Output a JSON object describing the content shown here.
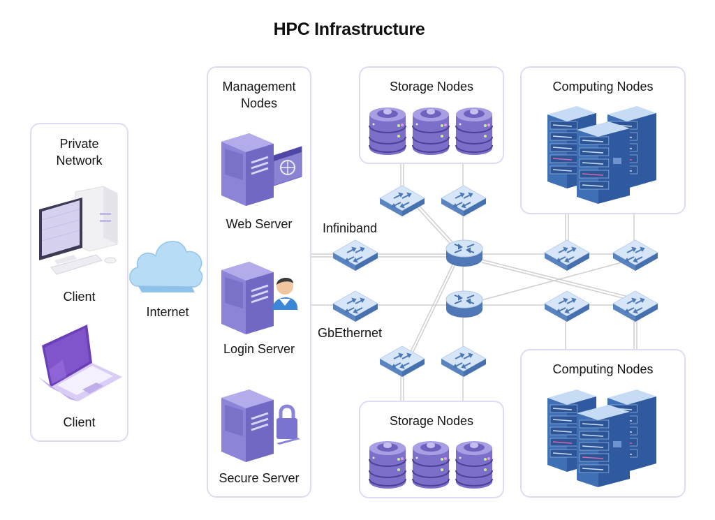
{
  "title": "HPC Infrastructure",
  "private_network": {
    "title_line1": "Private",
    "title_line2": "Network",
    "clients": [
      {
        "label": "Client",
        "icon": "desktop-computer-icon"
      },
      {
        "label": "Client",
        "icon": "laptop-icon"
      }
    ]
  },
  "internet": {
    "label": "Internet",
    "icon": "cloud-icon"
  },
  "management_nodes": {
    "title_line1": "Management",
    "title_line2": "Nodes",
    "servers": [
      {
        "label": "Web Server",
        "icon": "web-server-icon"
      },
      {
        "label": "Login Server",
        "icon": "login-server-icon"
      },
      {
        "label": "Secure Server",
        "icon": "secure-server-icon"
      }
    ]
  },
  "networks": {
    "infiniband": "Infiniband",
    "gbethernet": "GbEthernet"
  },
  "storage_nodes_top": {
    "title": "Storage Nodes",
    "count": 3
  },
  "storage_nodes_bottom": {
    "title": "Storage Nodes",
    "count": 3
  },
  "computing_nodes_top": {
    "title": "Computing Nodes",
    "racks": 3
  },
  "computing_nodes_bottom": {
    "title": "Computing Nodes",
    "racks": 3
  },
  "colors": {
    "panel_border": "#dcdcf6",
    "switch_top": "#d6e6f8",
    "switch_side": "#4f79b8",
    "server_purple": "#8c84d6",
    "rack_blue": "#3f6fb5",
    "cloud": "#a9d4f2",
    "link": "#cfcfcf"
  }
}
